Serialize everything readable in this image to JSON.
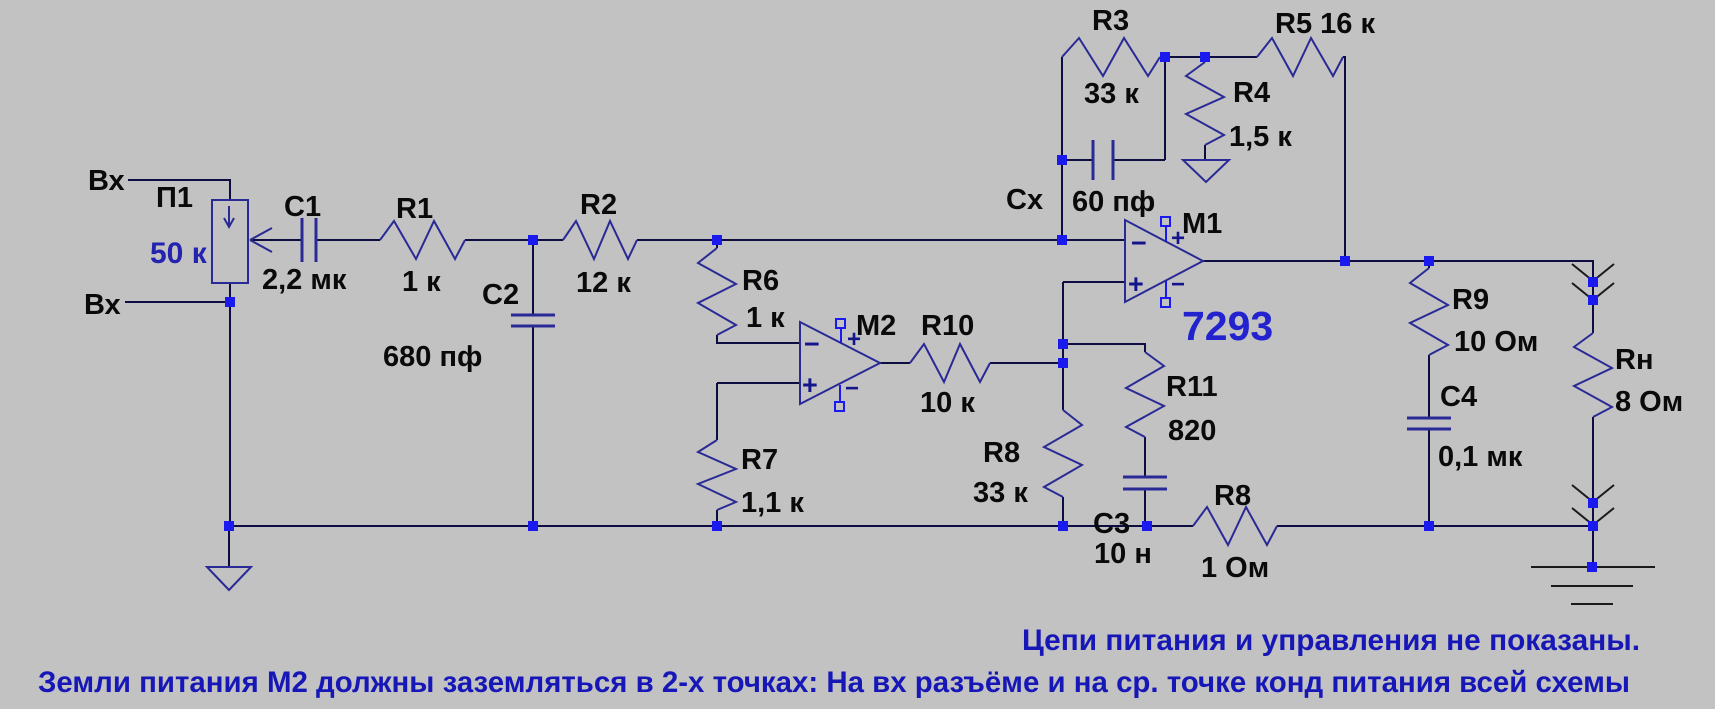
{
  "colors": {
    "background": "#c2c2c2",
    "wire": "#0d0d42",
    "component_stroke": "#2a2a96",
    "node_blue": "#1a1aee",
    "label_black": "#0a0a0a",
    "value_blue": "#2323b0",
    "chip_blue": "#2222cf",
    "note_blue": "#1717b8"
  },
  "schematic": {
    "inputs": {
      "top": "Вх",
      "bottom": "Вх"
    },
    "potentiometer": {
      "name": "П1",
      "value": "50 к"
    },
    "capacitors": {
      "c1": {
        "name": "C1",
        "value": "2,2 мк"
      },
      "c2": {
        "name": "C2",
        "value": "680 пф"
      },
      "c3": {
        "name": "C3",
        "value": "10 н"
      },
      "c4": {
        "name": "C4",
        "value": "0,1 мк"
      },
      "cx": {
        "name": "Cx",
        "value": "60 пф"
      }
    },
    "resistors": {
      "r1": {
        "name": "R1",
        "value": "1 к"
      },
      "r2": {
        "name": "R2",
        "value": "12 к"
      },
      "r3": {
        "name": "R3",
        "value": "33 к"
      },
      "r4": {
        "name": "R4",
        "value": "1,5 к"
      },
      "r5": {
        "name": "R5 16 к"
      },
      "r6": {
        "name": "R6",
        "value": "1 к"
      },
      "r7": {
        "name": "R7",
        "value": "1,1 к"
      },
      "r8_feedback": {
        "name": "R8",
        "value": "33 к"
      },
      "r8_ground": {
        "name": "R8",
        "value": "1 Ом"
      },
      "r9": {
        "name": "R9",
        "value": "10 Ом"
      },
      "r10": {
        "name": "R10",
        "value": "10 к"
      },
      "r11": {
        "name": "R11",
        "value": "820"
      },
      "rn": {
        "name": "Rн",
        "value": "8 Ом"
      }
    },
    "opamps": {
      "m1": {
        "name": "M1",
        "chip": "7293",
        "plus": "+",
        "minus": "−"
      },
      "m2": {
        "name": "M2",
        "plus": "+",
        "minus": "−"
      }
    },
    "notes": {
      "line1": "Цепи питания и управления не показаны.",
      "line2": "Земли питания М2 должны заземляться в 2-х точках: На вх разъёме и на ср. точке конд питания всей схемы"
    }
  }
}
